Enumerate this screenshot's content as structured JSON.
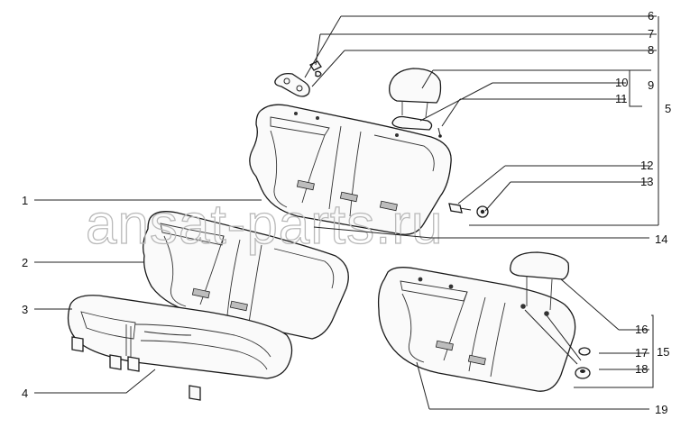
{
  "watermark": "ansat-parts.ru",
  "callouts": [
    {
      "id": "c1",
      "label": "1"
    },
    {
      "id": "c2",
      "label": "2"
    },
    {
      "id": "c3",
      "label": "3"
    },
    {
      "id": "c4",
      "label": "4"
    },
    {
      "id": "c5",
      "label": "5"
    },
    {
      "id": "c6",
      "label": "6"
    },
    {
      "id": "c7",
      "label": "7"
    },
    {
      "id": "c8",
      "label": "8"
    },
    {
      "id": "c9",
      "label": "9"
    },
    {
      "id": "c10",
      "label": "10"
    },
    {
      "id": "c11",
      "label": "11"
    },
    {
      "id": "c12",
      "label": "12"
    },
    {
      "id": "c13",
      "label": "13"
    },
    {
      "id": "c14",
      "label": "14"
    },
    {
      "id": "c15",
      "label": "15"
    },
    {
      "id": "c16",
      "label": "16"
    },
    {
      "id": "c17",
      "label": "17"
    },
    {
      "id": "c18",
      "label": "18"
    },
    {
      "id": "c19",
      "label": "19"
    }
  ]
}
